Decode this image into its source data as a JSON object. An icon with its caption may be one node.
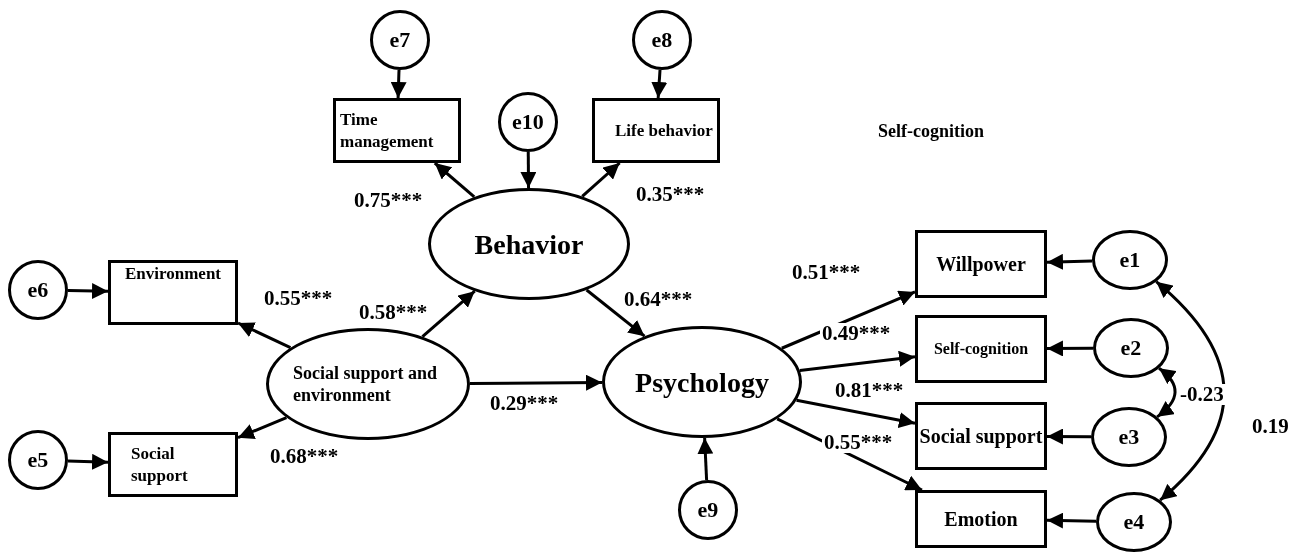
{
  "diagram": {
    "nodes": [
      {
        "text": [
          "e7"
        ]
      },
      {
        "text": [
          "Time management"
        ]
      },
      {
        "text": [
          "e10"
        ]
      },
      {
        "text": [
          "Life behavior"
        ]
      },
      {
        "text": [
          "e8"
        ]
      },
      {
        "text": [
          "Behavior"
        ]
      },
      {
        "text": [
          "e6"
        ]
      },
      {
        "text": [
          "Environment"
        ]
      },
      {
        "text": [
          "Social support and environment"
        ]
      },
      {
        "text": [
          "e5"
        ]
      },
      {
        "text": [
          "Social support"
        ]
      },
      {
        "text": [
          "Psychology"
        ]
      },
      {
        "text": [
          "e9"
        ]
      },
      {
        "text": [
          "Willpower"
        ]
      },
      {
        "text": [
          "Self-cognition"
        ]
      },
      {
        "text": [
          "Social support"
        ]
      },
      {
        "text": [
          "Emotion"
        ]
      },
      {
        "text": [
          "e1"
        ]
      },
      {
        "text": [
          "e2"
        ]
      },
      {
        "text": [
          "e3"
        ]
      },
      {
        "text": [
          "e4"
        ]
      }
    ],
    "edges": [
      {
        "from": 0,
        "to": 1,
        "arrow": "to"
      },
      {
        "from": 2,
        "to": 5,
        "arrow": "to"
      },
      {
        "from": 4,
        "to": 3,
        "arrow": "to"
      },
      {
        "from": 5,
        "to": 1,
        "arrow": "to",
        "label": "0.75***"
      },
      {
        "from": 5,
        "to": 3,
        "arrow": "to",
        "label": "0.35***"
      },
      {
        "from": 6,
        "to": 7,
        "arrow": "to"
      },
      {
        "from": 9,
        "to": 10,
        "arrow": "to"
      },
      {
        "from": 8,
        "to": 7,
        "arrow": "to",
        "label": "0.55***"
      },
      {
        "from": 8,
        "to": 10,
        "arrow": "to",
        "label": "0.68***"
      },
      {
        "from": 8,
        "to": 5,
        "arrow": "to",
        "label": "0.58***"
      },
      {
        "from": 8,
        "to": 11,
        "arrow": "to",
        "label": "0.29***"
      },
      {
        "from": 5,
        "to": 11,
        "arrow": "to",
        "label": "0.64***"
      },
      {
        "from": 12,
        "to": 11,
        "arrow": "to"
      },
      {
        "from": 11,
        "to": 13,
        "arrow": "to",
        "label": "0.51***"
      },
      {
        "from": 11,
        "to": 14,
        "arrow": "to",
        "label": "0.49***"
      },
      {
        "from": 11,
        "to": 15,
        "arrow": "to",
        "label": "0.81***"
      },
      {
        "from": 11,
        "to": 16,
        "arrow": "to",
        "label": "0.55***"
      },
      {
        "from": 17,
        "to": 13,
        "arrow": "to"
      },
      {
        "from": 18,
        "to": 14,
        "arrow": "to"
      },
      {
        "from": 19,
        "to": 15,
        "arrow": "to"
      },
      {
        "from": 20,
        "to": 16,
        "arrow": "to"
      },
      {
        "from": 18,
        "to": 19,
        "arrow": "both",
        "label": "-0.23"
      },
      {
        "from": 17,
        "to": 20,
        "arrow": "both",
        "label": "0.19"
      }
    ],
    "labels": [
      "Self-cognition"
    ]
  }
}
